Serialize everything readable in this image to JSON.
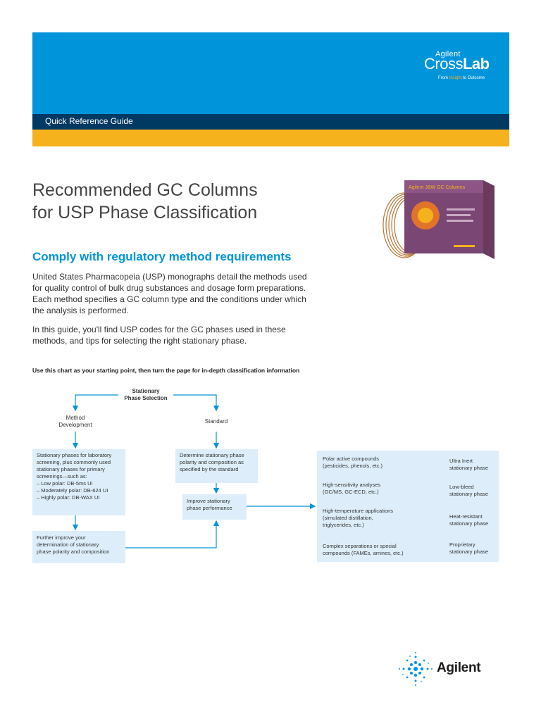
{
  "header": {
    "guide_type": "Quick Reference Guide",
    "brand": {
      "agilent": "Agilent",
      "cross": "Cross",
      "lab": "Lab",
      "tagline_from": "From",
      "tagline_mid": "Insight",
      "tagline_to": "to Outcome"
    },
    "colors": {
      "blue": "#0095db",
      "navy": "#003a63",
      "gold": "#f6b21c"
    }
  },
  "title": {
    "line1": "Recommended GC Columns",
    "line2": "for USP Phase Classification"
  },
  "product_image": {
    "box_label": "Agilent J&W GC Columns"
  },
  "section": {
    "heading": "Comply with regulatory method requirements",
    "para1": "United States Pharmacopeia (USP) monographs detail the methods used for quality control of bulk drug substances and dosage form preparations. Each method specifies a GC column type and the conditions under which the analysis is performed.",
    "para2": "In this guide, you'll find USP codes for the GC phases used in these methods, and tips for selecting the right stationary phase.",
    "chart_intro": "Use this chart as your starting point, then turn the page for in-depth classification information"
  },
  "flowchart": {
    "root": {
      "line1": "Stationary",
      "line2": "Phase Selection"
    },
    "method_dev": {
      "line1": "Method",
      "line2": "Development"
    },
    "standard": "Standard",
    "box_lab": {
      "l1": "Stationary phases for laboratory",
      "l2": "screening, plus commonly used",
      "l3": "stationary phases for primary",
      "l4": "screenings—such as:",
      "l5": "– Low polar: DB-5ms UI",
      "l6": "– Moderately polar: DB-624 UI",
      "l7": "– Highly polar: DB-WAX UI"
    },
    "box_further": {
      "l1": "Further improve your",
      "l2": "determination of stationary",
      "l3": "phase polarity and composition"
    },
    "box_determine": {
      "l1": "Determine stationary phase",
      "l2": "polarity and composition as",
      "l3": "specified by the standard"
    },
    "box_improve": {
      "l1": "Improve stationary",
      "l2": "phase performance"
    },
    "outcomes": [
      {
        "in1": "Polar active compounds",
        "in2": "(pesticides, phenols, etc.)",
        "in3": "",
        "out1": "Ultra Inert",
        "out2": "stationary phase"
      },
      {
        "in1": "High-sensitivity analyses",
        "in2": "(GC/MS, GC-ECD, etc.)",
        "in3": "",
        "out1": "Low-bleed",
        "out2": "stationary phase"
      },
      {
        "in1": "High-temperature applications",
        "in2": "(simulated distillation,",
        "in3": "triglycerides, etc.)",
        "out1": "Heat-resistant",
        "out2": "stationary phase"
      },
      {
        "in1": "Complex separations or special",
        "in2": "compounds (FAMEs, amines, etc.)",
        "in3": "",
        "out1": "Proprietary",
        "out2": "stationary phase"
      }
    ]
  },
  "footer": {
    "logo_text": "Agilent",
    "logo_icon": "agilent-spark-icon"
  }
}
